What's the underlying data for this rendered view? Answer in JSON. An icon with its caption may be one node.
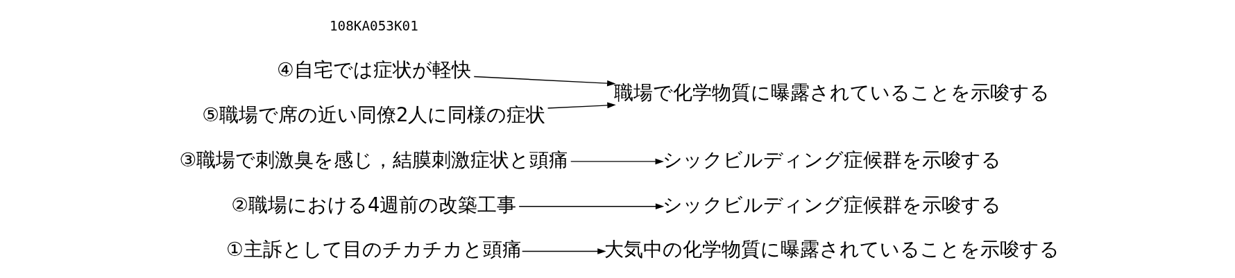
{
  "diagram": {
    "nodes": [
      {
        "text": [
          "①主訴として目のチカチカと頭痛"
        ]
      },
      {
        "text": [
          "大気中の化学物質に曝露されていることを示唆する"
        ]
      },
      {
        "text": [
          "②職場における4週前の改築工事"
        ]
      },
      {
        "text": [
          "シックビルディング症候群を示唆する"
        ]
      },
      {
        "text": [
          "③職場で刺激臭を感じ，結膜刺激症状と頭痛"
        ]
      },
      {
        "text": [
          "シックビルディング症候群を示唆する"
        ]
      },
      {
        "text": [
          "④自宅では症状が軽快"
        ]
      },
      {
        "text": [
          "⑤職場で席の近い同僚2人に同様の症状"
        ]
      },
      {
        "text": [
          "職場で化学物質に曝露されていることを示唆する"
        ]
      }
    ],
    "edges": [
      {
        "from": 0,
        "to": 1,
        "arrow": "to"
      },
      {
        "from": 2,
        "to": 3,
        "arrow": "to"
      },
      {
        "from": 4,
        "to": 5,
        "arrow": "to"
      },
      {
        "from": 6,
        "to": 8,
        "arrow": "to"
      },
      {
        "from": 7,
        "to": 8,
        "arrow": "to"
      }
    ],
    "labels": [
      "108KA053K01"
    ]
  }
}
